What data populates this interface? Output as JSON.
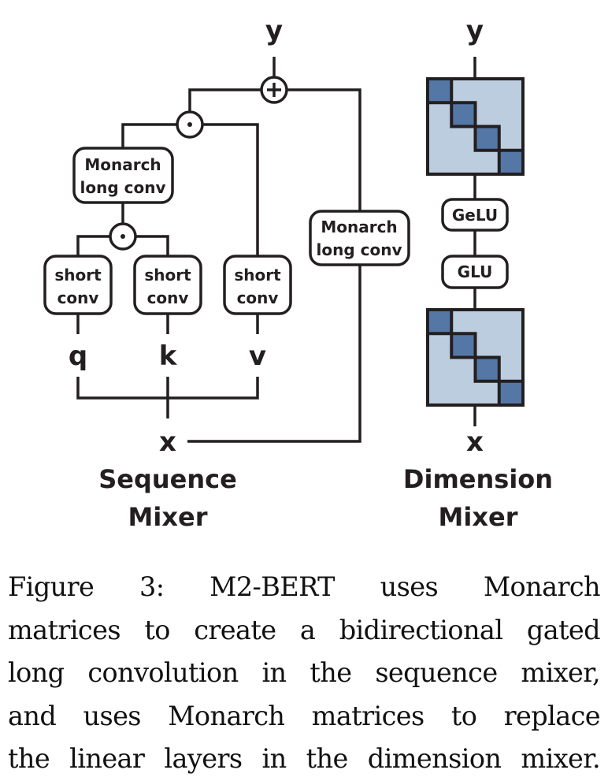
{
  "figure": {
    "sequence_mixer": {
      "title_line1": "Sequence",
      "title_line2": "Mixer",
      "output_label": "y",
      "input_label": "x",
      "add_op_symbol": "+",
      "gate_op_symbol": "·",
      "outer_long_conv": {
        "line1": "Monarch",
        "line2": "long conv"
      },
      "residual_long_conv": {
        "line1": "Monarch",
        "line2": "long conv"
      },
      "short_convs": [
        {
          "line1": "short",
          "line2": "conv",
          "input": "q"
        },
        {
          "line1": "short",
          "line2": "conv",
          "input": "k"
        },
        {
          "line1": "short",
          "line2": "conv",
          "input": "v"
        }
      ]
    },
    "dimension_mixer": {
      "title_line1": "Dimension",
      "title_line2": "Mixer",
      "output_label": "y",
      "input_label": "x",
      "activation_1": "GeLU",
      "activation_2": "GLU",
      "matrix_colors": {
        "fill_light": "#bccde0",
        "fill_dark": "#5577a6",
        "stroke": "#231f20"
      }
    }
  },
  "caption": {
    "lines": [
      "Figure 3:    M2-BERT uses Monarch",
      "matrices to create a bidirectional gated",
      "long convolution in the sequence mixer,",
      "and uses Monarch matrices to replace",
      "the linear layers in the dimension mixer."
    ]
  }
}
